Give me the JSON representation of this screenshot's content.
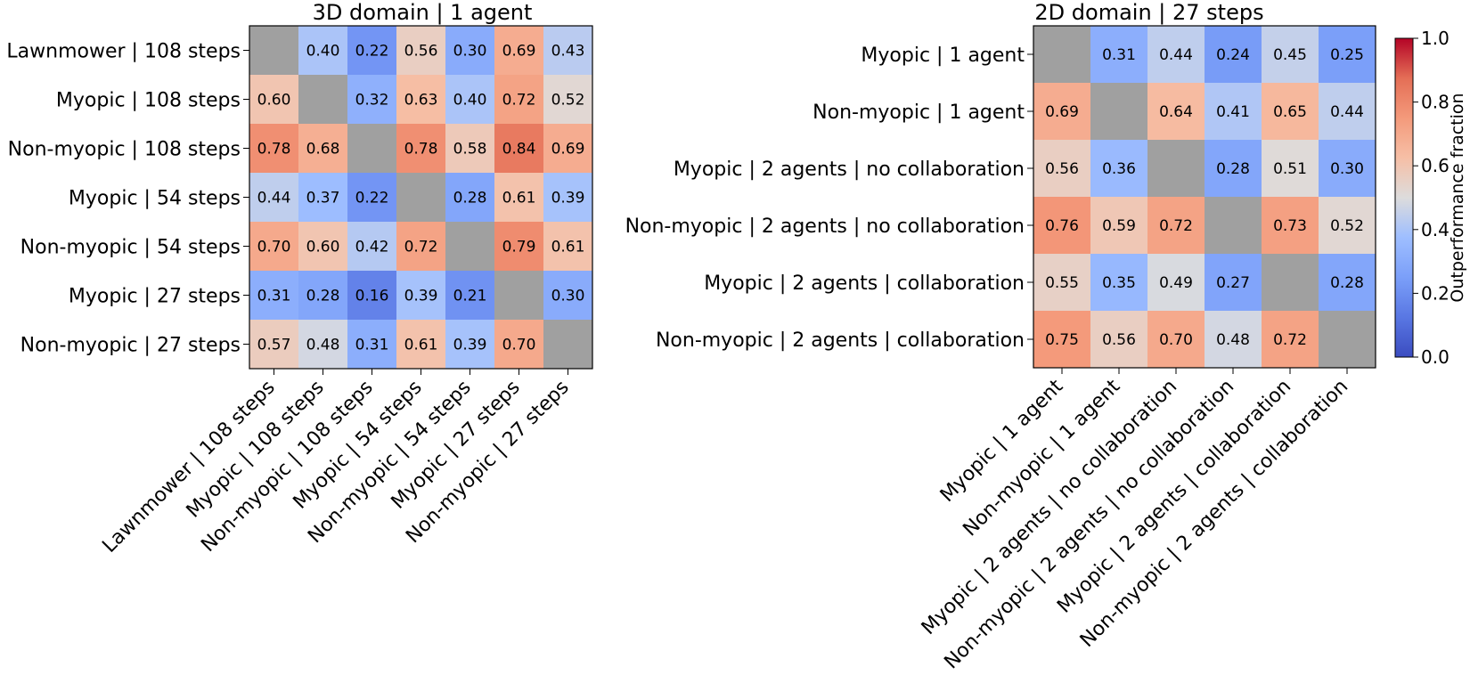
{
  "chart_data": [
    {
      "type": "heatmap",
      "title": "3D domain | 1 agent",
      "rows": [
        "Lawnmower | 108 steps",
        "Myopic | 108 steps",
        "Non-myopic | 108 steps",
        "Myopic | 54 steps",
        "Non-myopic | 54 steps",
        "Myopic | 27 steps",
        "Non-myopic | 27 steps"
      ],
      "cols": [
        "Lawnmower | 108 steps",
        "Myopic | 108 steps",
        "Non-myopic | 108 steps",
        "Myopic | 54 steps",
        "Non-myopic | 54 steps",
        "Myopic | 27 steps",
        "Non-myopic | 27 steps"
      ],
      "values": [
        [
          null,
          0.4,
          0.22,
          0.56,
          0.3,
          0.69,
          0.43
        ],
        [
          0.6,
          null,
          0.32,
          0.63,
          0.4,
          0.72,
          0.52
        ],
        [
          0.78,
          0.68,
          null,
          0.78,
          0.58,
          0.84,
          0.69
        ],
        [
          0.44,
          0.37,
          0.22,
          null,
          0.28,
          0.61,
          0.39
        ],
        [
          0.7,
          0.6,
          0.42,
          0.72,
          null,
          0.79,
          0.61
        ],
        [
          0.31,
          0.28,
          0.16,
          0.39,
          0.21,
          null,
          0.3
        ],
        [
          0.57,
          0.48,
          0.31,
          0.61,
          0.39,
          0.7,
          null
        ]
      ],
      "cell_text": [
        [
          "",
          "0.40",
          "0.22",
          "0.56",
          "0.30",
          "0.69",
          "0.43"
        ],
        [
          "0.60",
          "",
          "0.32",
          "0.63",
          "0.40",
          "0.72",
          "0.52"
        ],
        [
          "0.78",
          "0.68",
          "",
          "0.78",
          "0.58",
          "0.84",
          "0.69"
        ],
        [
          "0.44",
          "0.37",
          "0.22",
          "",
          "0.28",
          "0.61",
          "0.39"
        ],
        [
          "0.70",
          "0.60",
          "0.42",
          "0.72",
          "",
          "0.79",
          "0.61"
        ],
        [
          "0.31",
          "0.28",
          "0.16",
          "0.39",
          "0.21",
          "",
          "0.30"
        ],
        [
          "0.57",
          "0.48",
          "0.31",
          "0.61",
          "0.39",
          "0.70",
          ""
        ]
      ]
    },
    {
      "type": "heatmap",
      "title": "2D domain | 27 steps",
      "rows": [
        "Myopic | 1 agent",
        "Non-myopic | 1 agent",
        "Myopic | 2 agents | no collaboration",
        "Non-myopic | 2 agents | no collaboration",
        "Myopic | 2 agents | collaboration",
        "Non-myopic | 2 agents | collaboration"
      ],
      "cols": [
        "Myopic | 1 agent",
        "Non-myopic | 1 agent",
        "Myopic | 2 agents | no collaboration",
        "Non-myopic | 2 agents | no collaboration",
        "Myopic | 2 agents | collaboration",
        "Non-myopic | 2 agents | collaboration"
      ],
      "values": [
        [
          null,
          0.31,
          0.44,
          0.24,
          0.45,
          0.25
        ],
        [
          0.69,
          null,
          0.64,
          0.41,
          0.65,
          0.44
        ],
        [
          0.56,
          0.36,
          null,
          0.28,
          0.51,
          0.3
        ],
        [
          0.76,
          0.59,
          0.72,
          null,
          0.73,
          0.52
        ],
        [
          0.55,
          0.35,
          0.49,
          0.27,
          null,
          0.28
        ],
        [
          0.75,
          0.56,
          0.7,
          0.48,
          0.72,
          null
        ]
      ],
      "cell_text": [
        [
          "",
          "0.31",
          "0.44",
          "0.24",
          "0.45",
          "0.25"
        ],
        [
          "0.69",
          "",
          "0.64",
          "0.41",
          "0.65",
          "0.44"
        ],
        [
          "0.56",
          "0.36",
          "",
          "0.28",
          "0.51",
          "0.30"
        ],
        [
          "0.76",
          "0.59",
          "0.72",
          "",
          "0.73",
          "0.52"
        ],
        [
          "0.55",
          "0.35",
          "0.49",
          "0.27",
          "",
          "0.28"
        ],
        [
          "0.75",
          "0.56",
          "0.70",
          "0.48",
          "0.72",
          ""
        ]
      ]
    }
  ],
  "colorbar": {
    "label": "Outperformance fraction",
    "range": [
      0.0,
      1.0
    ],
    "ticks": [
      "0.0",
      "0.2",
      "0.4",
      "0.6",
      "0.8",
      "1.0"
    ],
    "colormap": "coolwarm",
    "diagonal_color": "#a0a0a0"
  }
}
